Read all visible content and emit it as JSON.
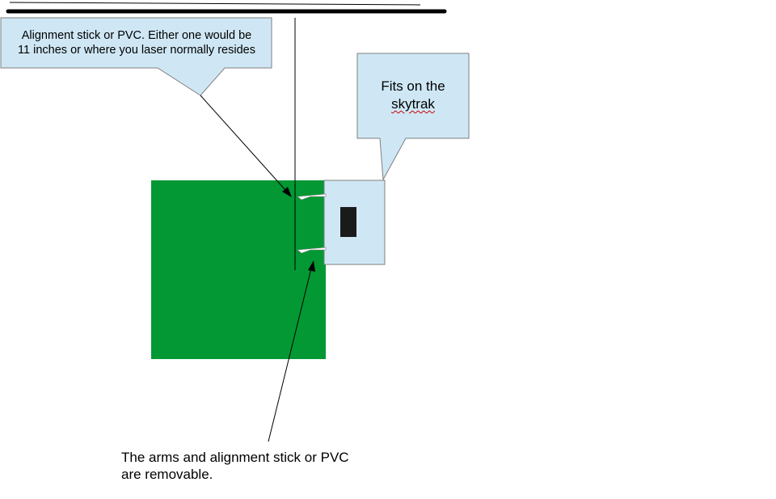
{
  "callouts": {
    "alignment": {
      "line1": "Alignment stick or PVC. Either one would be",
      "line2": "11 inches or where you laser normally resides"
    },
    "skytrak": {
      "line1": "Fits on the",
      "line2": "skytrak"
    }
  },
  "note": {
    "line1": "The arms and alignment stick or PVC",
    "line2": "are removable."
  },
  "colors": {
    "mat_green": "#039833",
    "callout_fill": "#cfe7f5",
    "callout_stroke": "#7f7f7f",
    "device_slot": "#1a1a1a"
  }
}
